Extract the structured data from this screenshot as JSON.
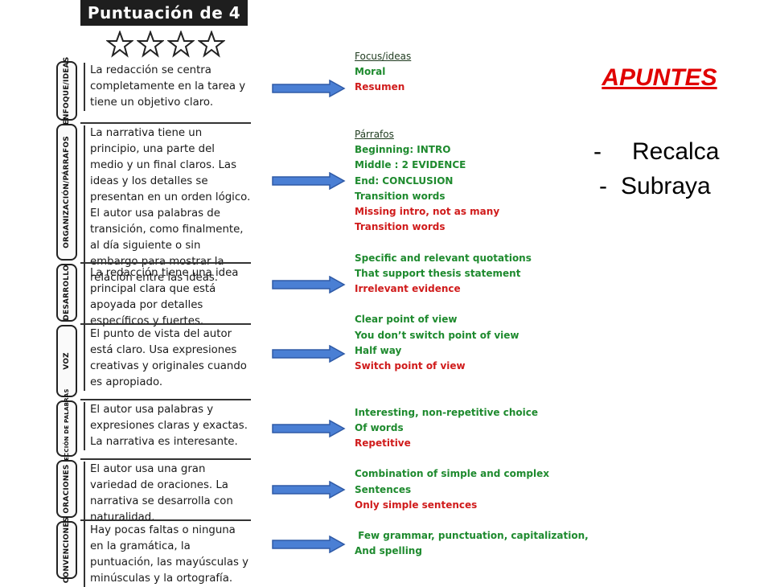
{
  "rubric": {
    "header": "Puntuación de 4",
    "star_count": 4,
    "categories": [
      {
        "label": "ENFOQUE/IDEAS",
        "text": "La redacción se centra completamente en la tarea y tiene un objetivo claro."
      },
      {
        "label": "ORGANIZACIÓN/PÁRRAFOS",
        "text": "La narrativa tiene un principio, una parte del medio y un final claros. Las ideas y los detalles se presentan en un orden lógico. El autor usa palabras de transición, como finalmente, al día siguiente o sin embargo para mostrar la relación entre las ideas."
      },
      {
        "label": "DESARROLLO",
        "text": "La redacción tiene una idea principal clara que está apoyada por detalles específicos y fuertes."
      },
      {
        "label": "VOZ",
        "text": "El punto de vista del autor está claro. Usa expresiones creativas y originales cuando es apropiado."
      },
      {
        "label": "ELECCIÓN DE PALABRAS",
        "text": "El autor usa palabras y expresiones claras y exactas. La narrativa es interesante."
      },
      {
        "label": "ORACIONES",
        "text": "El autor usa una gran variedad de oraciones. La narrativa se desarrolla con naturalidad."
      },
      {
        "label": "CONVENCIONES",
        "text": "Hay pocas faltas o ninguna en la gramática, la puntuación, las mayúsculas y minúsculas y la ortografía."
      }
    ]
  },
  "notes": {
    "focus": {
      "heading": "Focus/ideas",
      "lines": [
        "Moral",
        "Resumen"
      ]
    },
    "parrafos": {
      "heading": "Párrafos",
      "green": [
        "Beginning: INTRO",
        "Middle : 2 EVIDENCE",
        "End: CONCLUSION",
        "Transition words"
      ],
      "red": [
        "Missing intro, not as many",
        "Transition words"
      ]
    },
    "desarrollo": {
      "green": [
        "Specific and relevant quotations",
        "That support thesis statement"
      ],
      "red": [
        "Irrelevant evidence"
      ]
    },
    "voz": {
      "green": [
        "Clear point of view",
        "You don’t switch point of view",
        "Half way"
      ],
      "red": [
        "Switch point of view"
      ]
    },
    "palabras": {
      "green": [
        "Interesting, non-repetitive choice",
        "Of words"
      ],
      "red": [
        "Repetitive"
      ]
    },
    "oraciones": {
      "green": [
        "Combination of simple and complex",
        "Sentences"
      ],
      "red": [
        "Only simple sentences"
      ]
    },
    "convenciones": {
      "green": [
        " Few grammar, punctuation, capitalization,",
        "And spelling"
      ]
    }
  },
  "title": {
    "apuntes": "APUNTES",
    "bullets": [
      "Recalca",
      "Subraya"
    ],
    "dash": "-"
  },
  "colors": {
    "green_note": "#1e8a2e",
    "red_note": "#d01b1b",
    "title_red": "#e00000",
    "arrow_fill": "#4a7fd4"
  }
}
